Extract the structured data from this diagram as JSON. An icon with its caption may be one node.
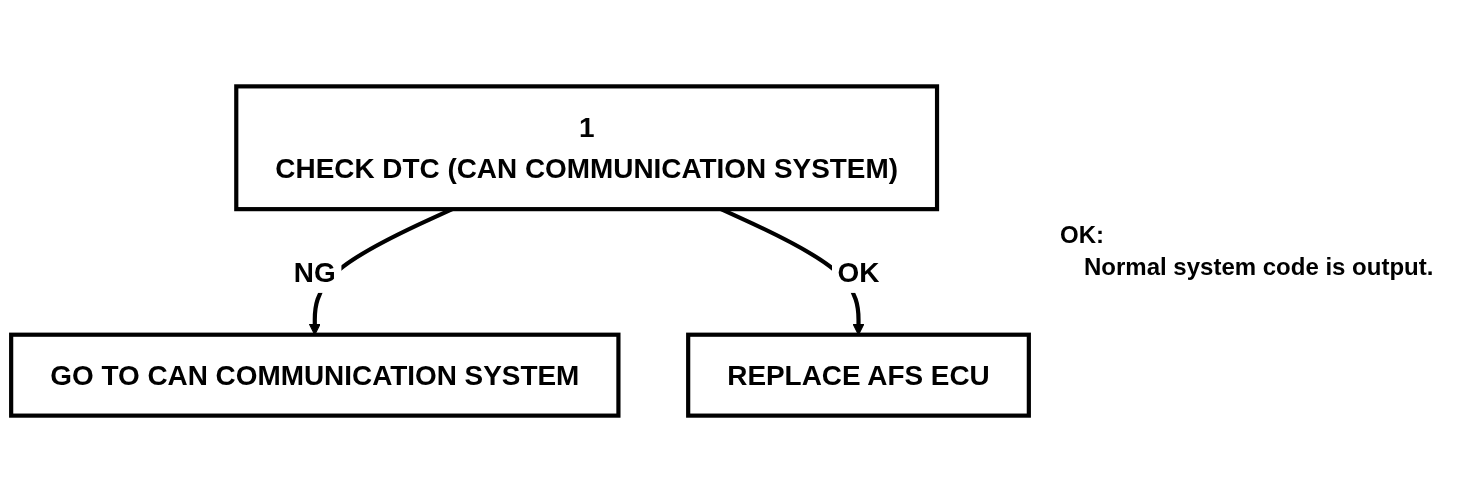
{
  "diagram": {
    "nodes": [
      {
        "text": [
          "1",
          "CHECK DTC (CAN COMMUNICATION SYSTEM)"
        ]
      },
      {
        "text": [
          "GO TO CAN COMMUNICATION SYSTEM"
        ]
      },
      {
        "text": [
          "REPLACE AFS ECU"
        ]
      }
    ],
    "edges": [
      {
        "from": 0,
        "to": 1,
        "arrow": "to",
        "label": "NG"
      },
      {
        "from": 0,
        "to": 2,
        "arrow": "to",
        "label": "OK"
      }
    ],
    "labels": [
      "OK:",
      "Normal system code is output."
    ]
  }
}
